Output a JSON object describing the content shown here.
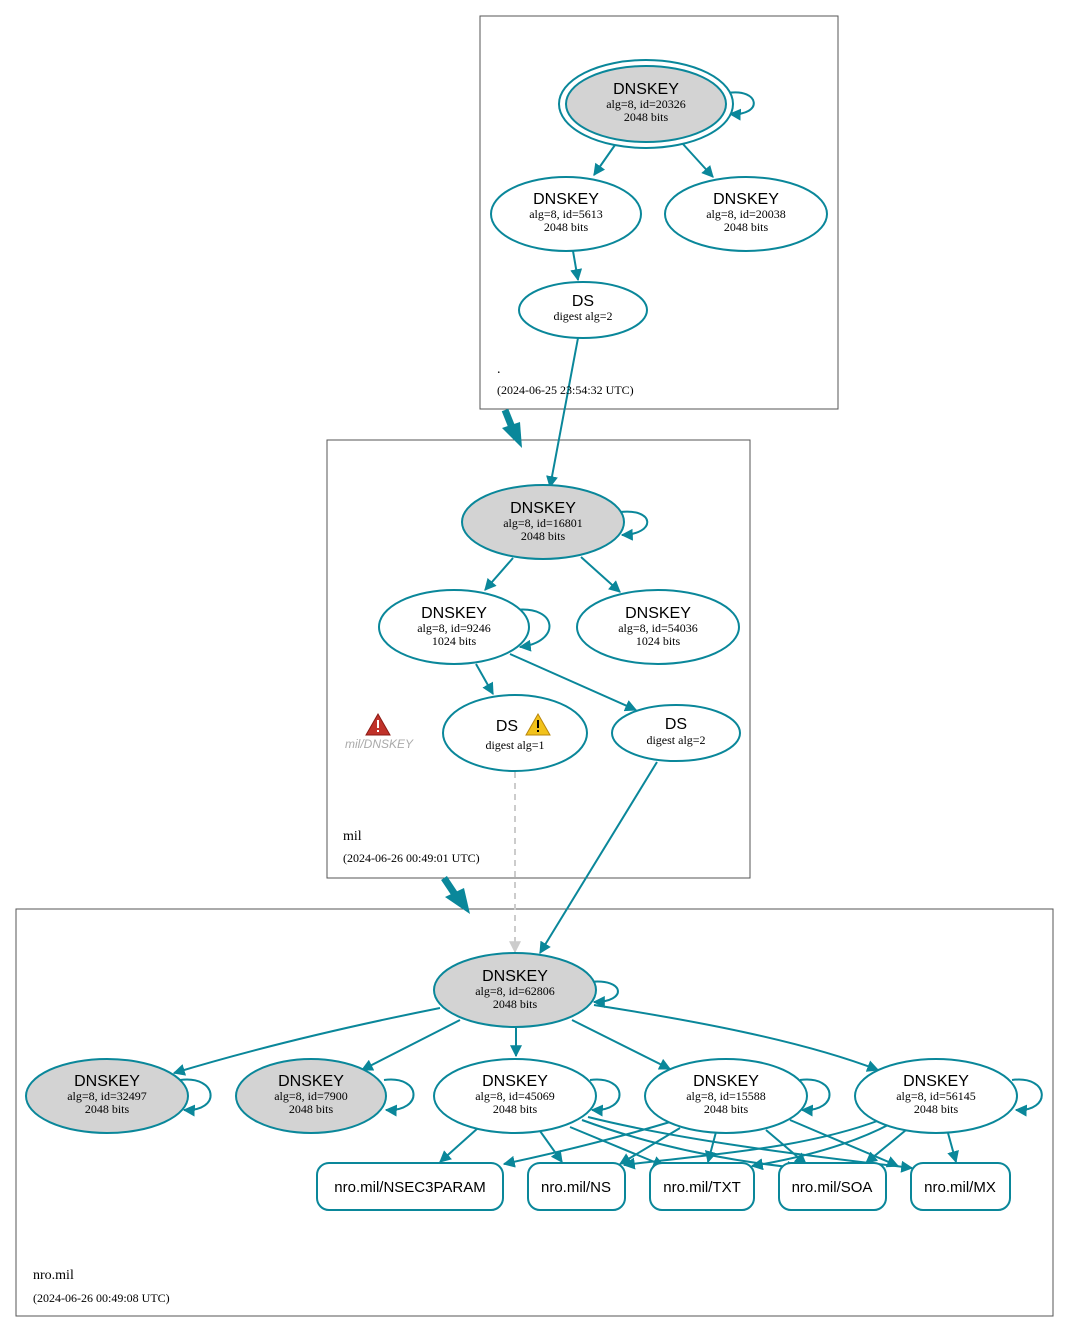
{
  "zones": {
    "root": {
      "name": ".",
      "timestamp": "(2024-06-25 23:54:32 UTC)"
    },
    "mil": {
      "name": "mil",
      "timestamp": "(2024-06-26 00:49:01 UTC)"
    },
    "nro": {
      "name": "nro.mil",
      "timestamp": "(2024-06-26 00:49:08 UTC)"
    }
  },
  "nodes": {
    "root_ksk": {
      "type": "DNSKEY",
      "info": "alg=8, id=20326",
      "size": "2048 bits"
    },
    "root_zsk1": {
      "type": "DNSKEY",
      "info": "alg=8, id=5613",
      "size": "2048 bits"
    },
    "root_zsk2": {
      "type": "DNSKEY",
      "info": "alg=8, id=20038",
      "size": "2048 bits"
    },
    "root_ds": {
      "type": "DS",
      "info": "digest alg=2"
    },
    "mil_ksk": {
      "type": "DNSKEY",
      "info": "alg=8, id=16801",
      "size": "2048 bits"
    },
    "mil_zsk1": {
      "type": "DNSKEY",
      "info": "alg=8, id=9246",
      "size": "1024 bits"
    },
    "mil_zsk2": {
      "type": "DNSKEY",
      "info": "alg=8, id=54036",
      "size": "1024 bits"
    },
    "mil_ds1": {
      "type": "DS",
      "info": "digest alg=1"
    },
    "mil_ds2": {
      "type": "DS",
      "info": "digest alg=2"
    },
    "nro_ksk": {
      "type": "DNSKEY",
      "info": "alg=8, id=62806",
      "size": "2048 bits"
    },
    "nro_k1": {
      "type": "DNSKEY",
      "info": "alg=8, id=32497",
      "size": "2048 bits"
    },
    "nro_k2": {
      "type": "DNSKEY",
      "info": "alg=8, id=7900",
      "size": "2048 bits"
    },
    "nro_k3": {
      "type": "DNSKEY",
      "info": "alg=8, id=45069",
      "size": "2048 bits"
    },
    "nro_k4": {
      "type": "DNSKEY",
      "info": "alg=8, id=15588",
      "size": "2048 bits"
    },
    "nro_k5": {
      "type": "DNSKEY",
      "info": "alg=8, id=56145",
      "size": "2048 bits"
    }
  },
  "rrsets": {
    "nsec3param": "nro.mil/NSEC3PARAM",
    "ns": "nro.mil/NS",
    "txt": "nro.mil/TXT",
    "soa": "nro.mil/SOA",
    "mx": "nro.mil/MX"
  },
  "warning": {
    "label": "mil/DNSKEY",
    "icon": "warning-icon"
  },
  "colors": {
    "edge": "#0a879a",
    "ksk_fill": "#d3d3d3",
    "warn_red": "#c0322a",
    "warn_yellow": "#f2c21b"
  }
}
